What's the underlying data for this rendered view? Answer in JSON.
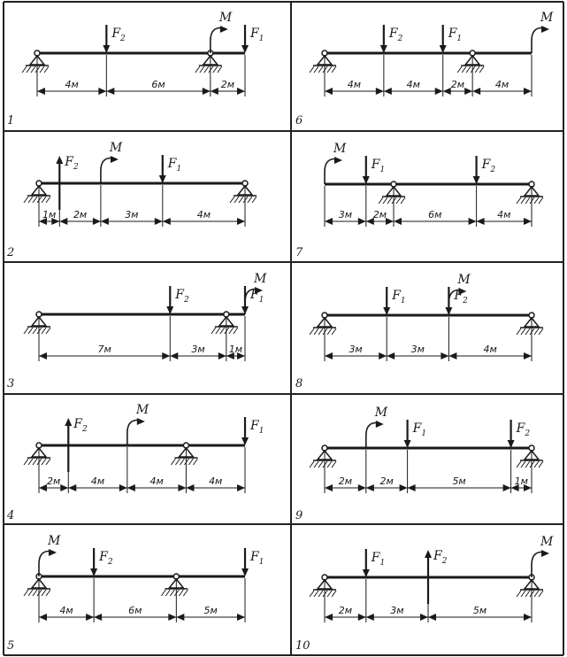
{
  "panels": [
    {
      "number": "1",
      "segments": [
        4,
        6,
        2
      ],
      "segment_labels": [
        "4м",
        "6м",
        "2м"
      ],
      "supports": [
        0,
        2
      ],
      "loads": [
        {
          "name": "F2",
          "sub": "2",
          "label": "F",
          "pt": 1,
          "dir": "down"
        },
        {
          "name": "F1",
          "sub": "1",
          "label": "F",
          "pt": 3,
          "dir": "down"
        }
      ],
      "moments": [
        {
          "label": "M",
          "pt": 2,
          "side": "left"
        }
      ]
    },
    {
      "number": "2",
      "segments": [
        1,
        2,
        3,
        4
      ],
      "segment_labels": [
        "1м",
        "2м",
        "3м",
        "4м"
      ],
      "supports": [
        0,
        4
      ],
      "loads": [
        {
          "name": "F2",
          "sub": "2",
          "label": "F",
          "pt": 1,
          "dir": "up"
        },
        {
          "name": "F1",
          "sub": "1",
          "label": "F",
          "pt": 3,
          "dir": "down"
        }
      ],
      "moments": [
        {
          "label": "M",
          "pt": 2,
          "side": "left"
        }
      ]
    },
    {
      "number": "3",
      "segments": [
        7,
        3,
        1
      ],
      "segment_labels": [
        "7м",
        "3м",
        "1м"
      ],
      "supports": [
        0,
        2
      ],
      "loads": [
        {
          "name": "F2",
          "sub": "2",
          "label": "F",
          "pt": 1,
          "dir": "down"
        },
        {
          "name": "F1",
          "sub": "1",
          "label": "F",
          "pt": 3,
          "dir": "down"
        }
      ],
      "moments": [
        {
          "label": "M",
          "pt": 3,
          "side": "right"
        }
      ]
    },
    {
      "number": "4",
      "segments": [
        2,
        4,
        4,
        4
      ],
      "segment_labels": [
        "2м",
        "4м",
        "4м",
        "4м"
      ],
      "supports": [
        0,
        3
      ],
      "loads": [
        {
          "name": "F2",
          "sub": "2",
          "label": "F",
          "pt": 1,
          "dir": "up"
        },
        {
          "name": "F1",
          "sub": "1",
          "label": "F",
          "pt": 4,
          "dir": "down"
        }
      ],
      "moments": [
        {
          "label": "M",
          "pt": 2,
          "side": "left"
        }
      ]
    },
    {
      "number": "5",
      "segments": [
        4,
        6,
        5
      ],
      "segment_labels": [
        "4м",
        "6м",
        "5м"
      ],
      "supports": [
        0,
        2
      ],
      "loads": [
        {
          "name": "F2",
          "sub": "2",
          "label": "F",
          "pt": 1,
          "dir": "down"
        },
        {
          "name": "F1",
          "sub": "1",
          "label": "F",
          "pt": 3,
          "dir": "down"
        }
      ],
      "moments": [
        {
          "label": "M",
          "pt": 0,
          "side": "left"
        }
      ]
    },
    {
      "number": "6",
      "segments": [
        4,
        4,
        2,
        4
      ],
      "segment_labels": [
        "4м",
        "4м",
        "2м",
        "4м"
      ],
      "supports": [
        0,
        3
      ],
      "loads": [
        {
          "name": "F2",
          "sub": "2",
          "label": "F",
          "pt": 1,
          "dir": "down"
        },
        {
          "name": "F1",
          "sub": "1",
          "label": "F",
          "pt": 2,
          "dir": "down"
        }
      ],
      "moments": [
        {
          "label": "M",
          "pt": 4,
          "side": "left"
        }
      ]
    },
    {
      "number": "7",
      "segments": [
        3,
        2,
        6,
        4
      ],
      "segment_labels": [
        "3м",
        "2м",
        "6м",
        "4м"
      ],
      "supports": [
        2,
        4
      ],
      "loads": [
        {
          "name": "F1",
          "sub": "1",
          "label": "F",
          "pt": 1,
          "dir": "down"
        },
        {
          "name": "F2",
          "sub": "2",
          "label": "F",
          "pt": 3,
          "dir": "down"
        }
      ],
      "moments": [
        {
          "label": "M",
          "pt": 0,
          "side": "left"
        }
      ]
    },
    {
      "number": "8",
      "segments": [
        3,
        3,
        4
      ],
      "segment_labels": [
        "3м",
        "3м",
        "4м"
      ],
      "supports": [
        0,
        3
      ],
      "loads": [
        {
          "name": "F1",
          "sub": "1",
          "label": "F",
          "pt": 1,
          "dir": "down"
        },
        {
          "name": "F2",
          "sub": "2",
          "label": "F",
          "pt": 2,
          "dir": "down"
        }
      ],
      "moments": [
        {
          "label": "M",
          "pt": 2,
          "side": "left"
        }
      ]
    },
    {
      "number": "9",
      "segments": [
        2,
        2,
        5,
        1
      ],
      "segment_labels": [
        "2м",
        "2м",
        "5м",
        "1м"
      ],
      "supports": [
        0,
        4
      ],
      "loads": [
        {
          "name": "F1",
          "sub": "1",
          "label": "F",
          "pt": 2,
          "dir": "down"
        },
        {
          "name": "F2",
          "sub": "2",
          "label": "F",
          "pt": 3,
          "dir": "down"
        }
      ],
      "moments": [
        {
          "label": "M",
          "pt": 1,
          "side": "left"
        }
      ]
    },
    {
      "number": "10",
      "segments": [
        2,
        3,
        5
      ],
      "segment_labels": [
        "2м",
        "3м",
        "5м"
      ],
      "supports": [
        0,
        3
      ],
      "loads": [
        {
          "name": "F1",
          "sub": "1",
          "label": "F",
          "pt": 1,
          "dir": "down"
        },
        {
          "name": "F2",
          "sub": "2",
          "label": "F",
          "pt": 2,
          "dir": "up"
        }
      ],
      "moments": [
        {
          "label": "M",
          "pt": 3,
          "side": "left"
        }
      ]
    }
  ],
  "colors": {
    "ink": "#1a1a1a",
    "paper": "#ffffff",
    "grid": "#222222"
  }
}
